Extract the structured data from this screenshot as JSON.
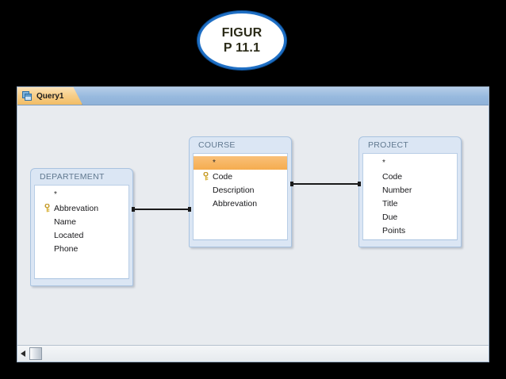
{
  "figure": {
    "line1": "FIGUR",
    "line2": "P 11.1",
    "border_color": "#1f6fc4",
    "fill_color": "#ffffff"
  },
  "window": {
    "tab": {
      "label": "Query1",
      "icon": "query-icon",
      "active_color": "#f2bd64"
    },
    "tabstrip_color": "#97b9de",
    "surface_color": "#e8ebef"
  },
  "tables": [
    {
      "name": "DEPARTEMENT",
      "fields": [
        {
          "label": "*",
          "key": false,
          "selected": false
        },
        {
          "label": "Abbrevation",
          "key": true,
          "selected": false
        },
        {
          "label": "Name",
          "key": false,
          "selected": false
        },
        {
          "label": "Located",
          "key": false,
          "selected": false
        },
        {
          "label": "Phone",
          "key": false,
          "selected": false
        }
      ]
    },
    {
      "name": "COURSE",
      "fields": [
        {
          "label": "*",
          "key": false,
          "selected": true
        },
        {
          "label": "Code",
          "key": true,
          "selected": false
        },
        {
          "label": "Description",
          "key": false,
          "selected": false
        },
        {
          "label": "Abbrevation",
          "key": false,
          "selected": false
        }
      ]
    },
    {
      "name": "PROJECT",
      "fields": [
        {
          "label": "*",
          "key": false,
          "selected": false
        },
        {
          "label": "Code",
          "key": false,
          "selected": false
        },
        {
          "label": "Number",
          "key": false,
          "selected": false
        },
        {
          "label": "Title",
          "key": false,
          "selected": false
        },
        {
          "label": "Due",
          "key": false,
          "selected": false
        },
        {
          "label": "Points",
          "key": false,
          "selected": false
        }
      ]
    }
  ],
  "relationships": [
    {
      "from": "DEPARTEMENT.Abbrevation",
      "to": "COURSE.Abbrevation"
    },
    {
      "from": "COURSE.Code",
      "to": "PROJECT.Code"
    }
  ],
  "scrollbar": {
    "left_arrow": "scroll-left-arrow",
    "thumb": "scroll-thumb"
  },
  "colors": {
    "selection_orange": "#f5ac4e",
    "table_frame": "#a9c3e0",
    "header_text": "#60788f",
    "key_gold": "#d9b33c"
  }
}
